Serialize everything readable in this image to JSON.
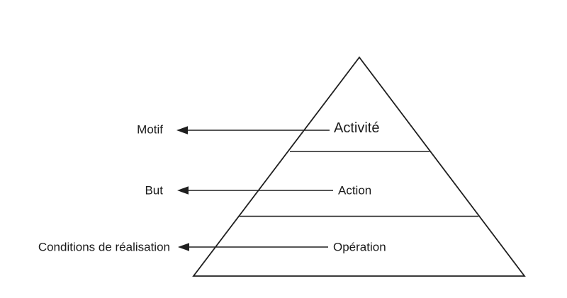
{
  "diagram": {
    "type": "pyramid-hierarchy",
    "colors": {
      "background": "#ffffff",
      "line": "#1f1f1f",
      "text": "#1a1a1a"
    },
    "levels": [
      {
        "inside_label": "Activité",
        "outside_label": "Motif"
      },
      {
        "inside_label": "Action",
        "outside_label": "But"
      },
      {
        "inside_label": "Opération",
        "outside_label": "Conditions de réalisation"
      }
    ]
  }
}
